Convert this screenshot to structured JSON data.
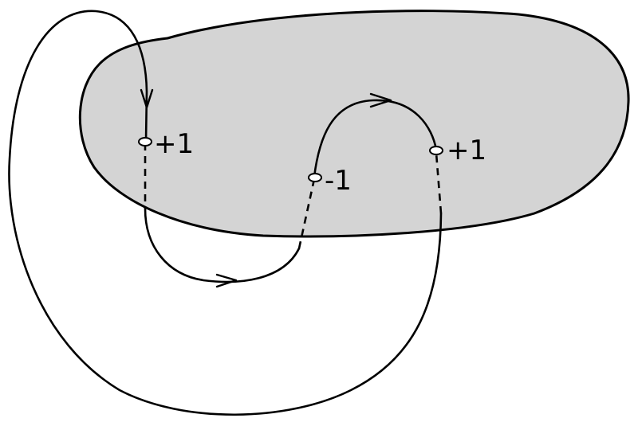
{
  "diagram": {
    "colors": {
      "surface_fill": "#d4d4d4",
      "stroke": "#000000",
      "background": "#ffffff"
    },
    "intersections": [
      {
        "id": "left",
        "sign": "+1"
      },
      {
        "id": "middle",
        "sign": "-1"
      },
      {
        "id": "right",
        "sign": "+1"
      }
    ]
  }
}
